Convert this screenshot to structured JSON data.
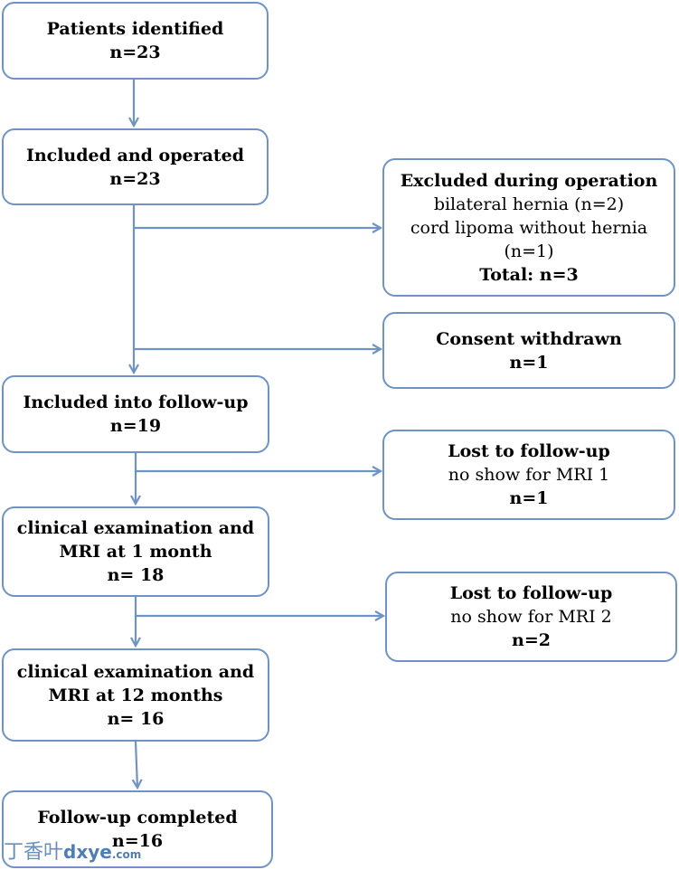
{
  "boxes": {
    "identified": {
      "title": "Patients identified",
      "count": "n=23"
    },
    "operated": {
      "title": "Included and operated",
      "count": "n=23"
    },
    "excluded": {
      "title": "Excluded during operation",
      "line1": "bilateral hernia (n=2)",
      "line2": "cord lipoma without hernia",
      "line3": "(n=1)",
      "total": "Total: n=3"
    },
    "consent": {
      "title": "Consent withdrawn",
      "count": "n=1"
    },
    "followup": {
      "title": "Included into follow-up",
      "count": "n=19"
    },
    "lost1": {
      "title": "Lost to follow-up",
      "detail": "no show for MRI 1",
      "count": "n=1"
    },
    "month1": {
      "line1": "clinical examination and",
      "line2": "MRI at 1 month",
      "count": "n= 18"
    },
    "lost2": {
      "title": "Lost to follow-up",
      "detail": "no show for MRI 2",
      "count": "n=2"
    },
    "month12": {
      "line1": "clinical examination and",
      "line2": "MRI at 12 months",
      "count": "n= 16"
    },
    "completed": {
      "title": "Follow-up completed",
      "count": "n=16"
    }
  },
  "watermark": {
    "chinese": "丁香叶",
    "domain": "dxye",
    "suffix": ".com"
  },
  "colors": {
    "border": "#6e93c4",
    "arrow": "#6e93c4"
  }
}
